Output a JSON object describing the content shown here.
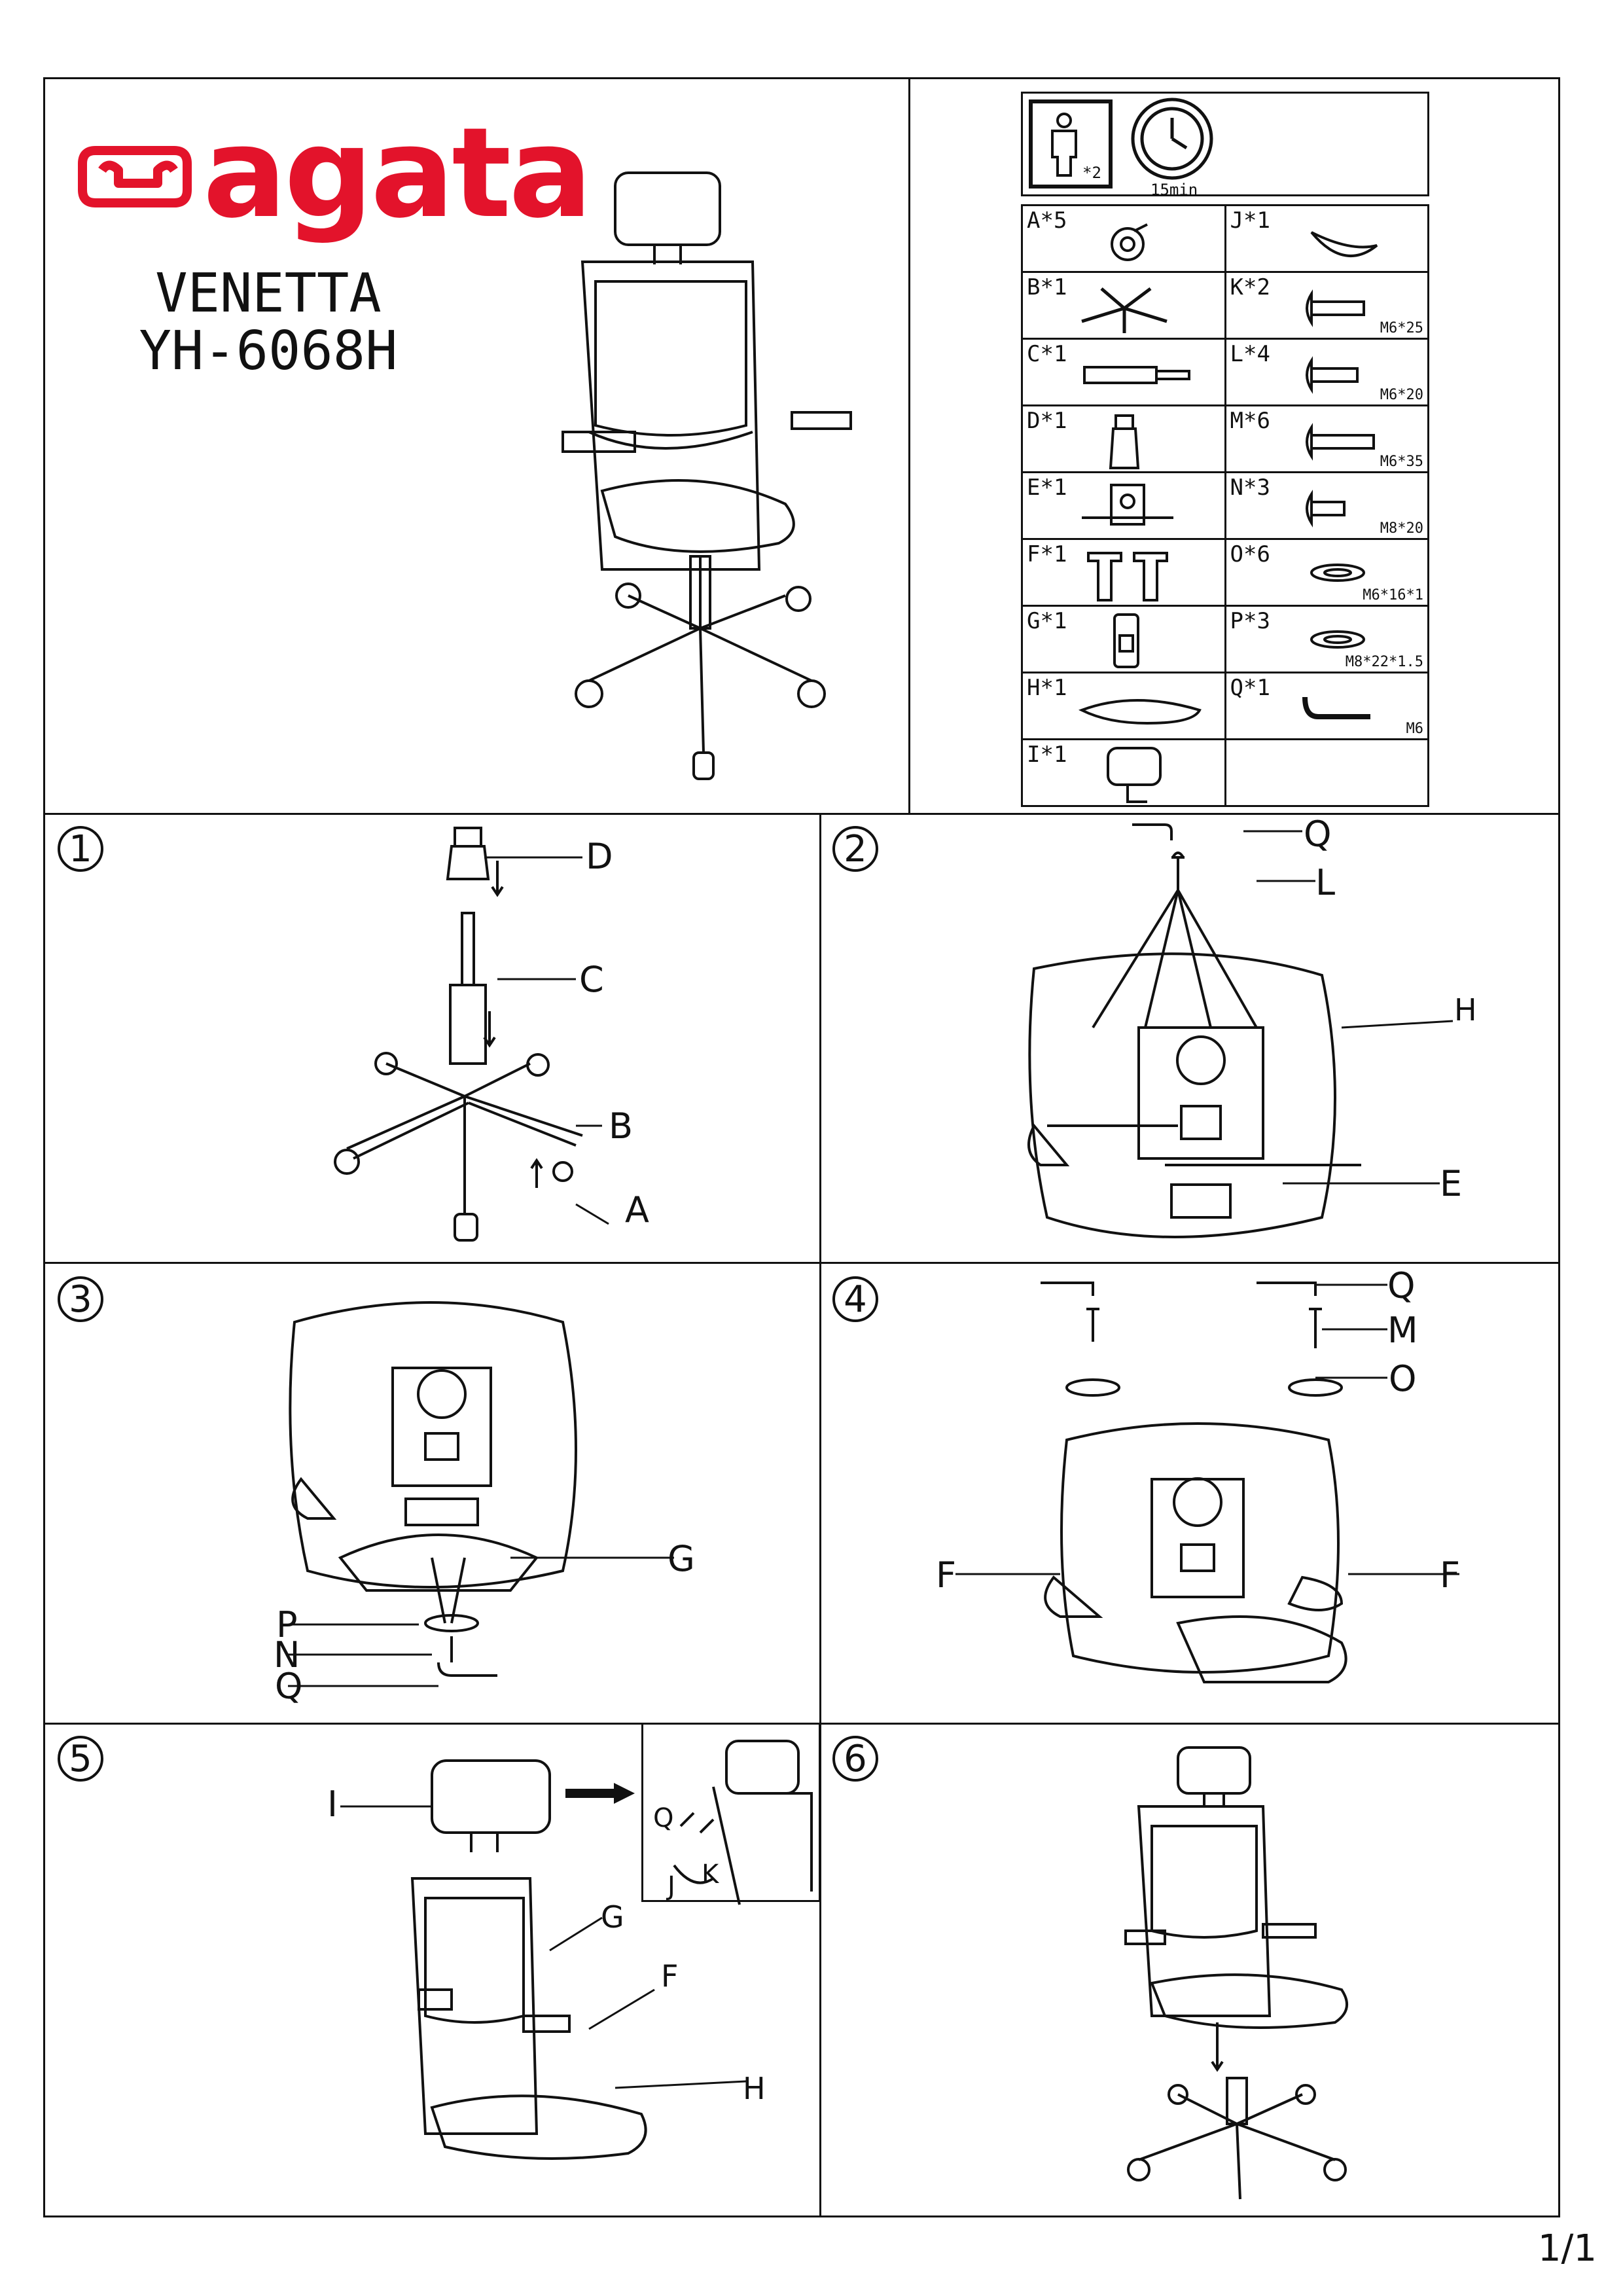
{
  "brand": {
    "name": "agata",
    "color": "#e3132b"
  },
  "model": {
    "line1": "VENETTA",
    "line2": "YH-6068H"
  },
  "info_box": {
    "people_count": "*2",
    "time": "15min"
  },
  "parts": [
    {
      "code": "A*5",
      "spec": ""
    },
    {
      "code": "J*1",
      "spec": ""
    },
    {
      "code": "B*1",
      "spec": ""
    },
    {
      "code": "K*2",
      "spec": "M6*25"
    },
    {
      "code": "C*1",
      "spec": ""
    },
    {
      "code": "L*4",
      "spec": "M6*20"
    },
    {
      "code": "D*1",
      "spec": ""
    },
    {
      "code": "M*6",
      "spec": "M6*35"
    },
    {
      "code": "E*1",
      "spec": ""
    },
    {
      "code": "N*3",
      "spec": "M8*20"
    },
    {
      "code": "F*1",
      "spec": ""
    },
    {
      "code": "O*6",
      "spec": "M6*16*1"
    },
    {
      "code": "G*1",
      "spec": ""
    },
    {
      "code": "P*3",
      "spec": "M8*22*1.5"
    },
    {
      "code": "H*1",
      "spec": ""
    },
    {
      "code": "Q*1",
      "spec": "M6"
    },
    {
      "code": "I*1",
      "spec": ""
    },
    {
      "code": "",
      "spec": ""
    }
  ],
  "steps": {
    "s1": {
      "num": "1",
      "labels": [
        "D",
        "C",
        "B",
        "A"
      ]
    },
    "s2": {
      "num": "2",
      "labels": [
        "Q",
        "L",
        "H",
        "E"
      ]
    },
    "s3": {
      "num": "3",
      "labels": [
        "G",
        "P",
        "N",
        "Q"
      ]
    },
    "s4": {
      "num": "4",
      "labels": [
        "Q",
        "M",
        "O",
        "F",
        "F"
      ]
    },
    "s5": {
      "num": "5",
      "labels": [
        "I",
        "G",
        "F",
        "H",
        "Q",
        "J",
        "K"
      ]
    },
    "s6": {
      "num": "6"
    }
  },
  "page": "1/1"
}
